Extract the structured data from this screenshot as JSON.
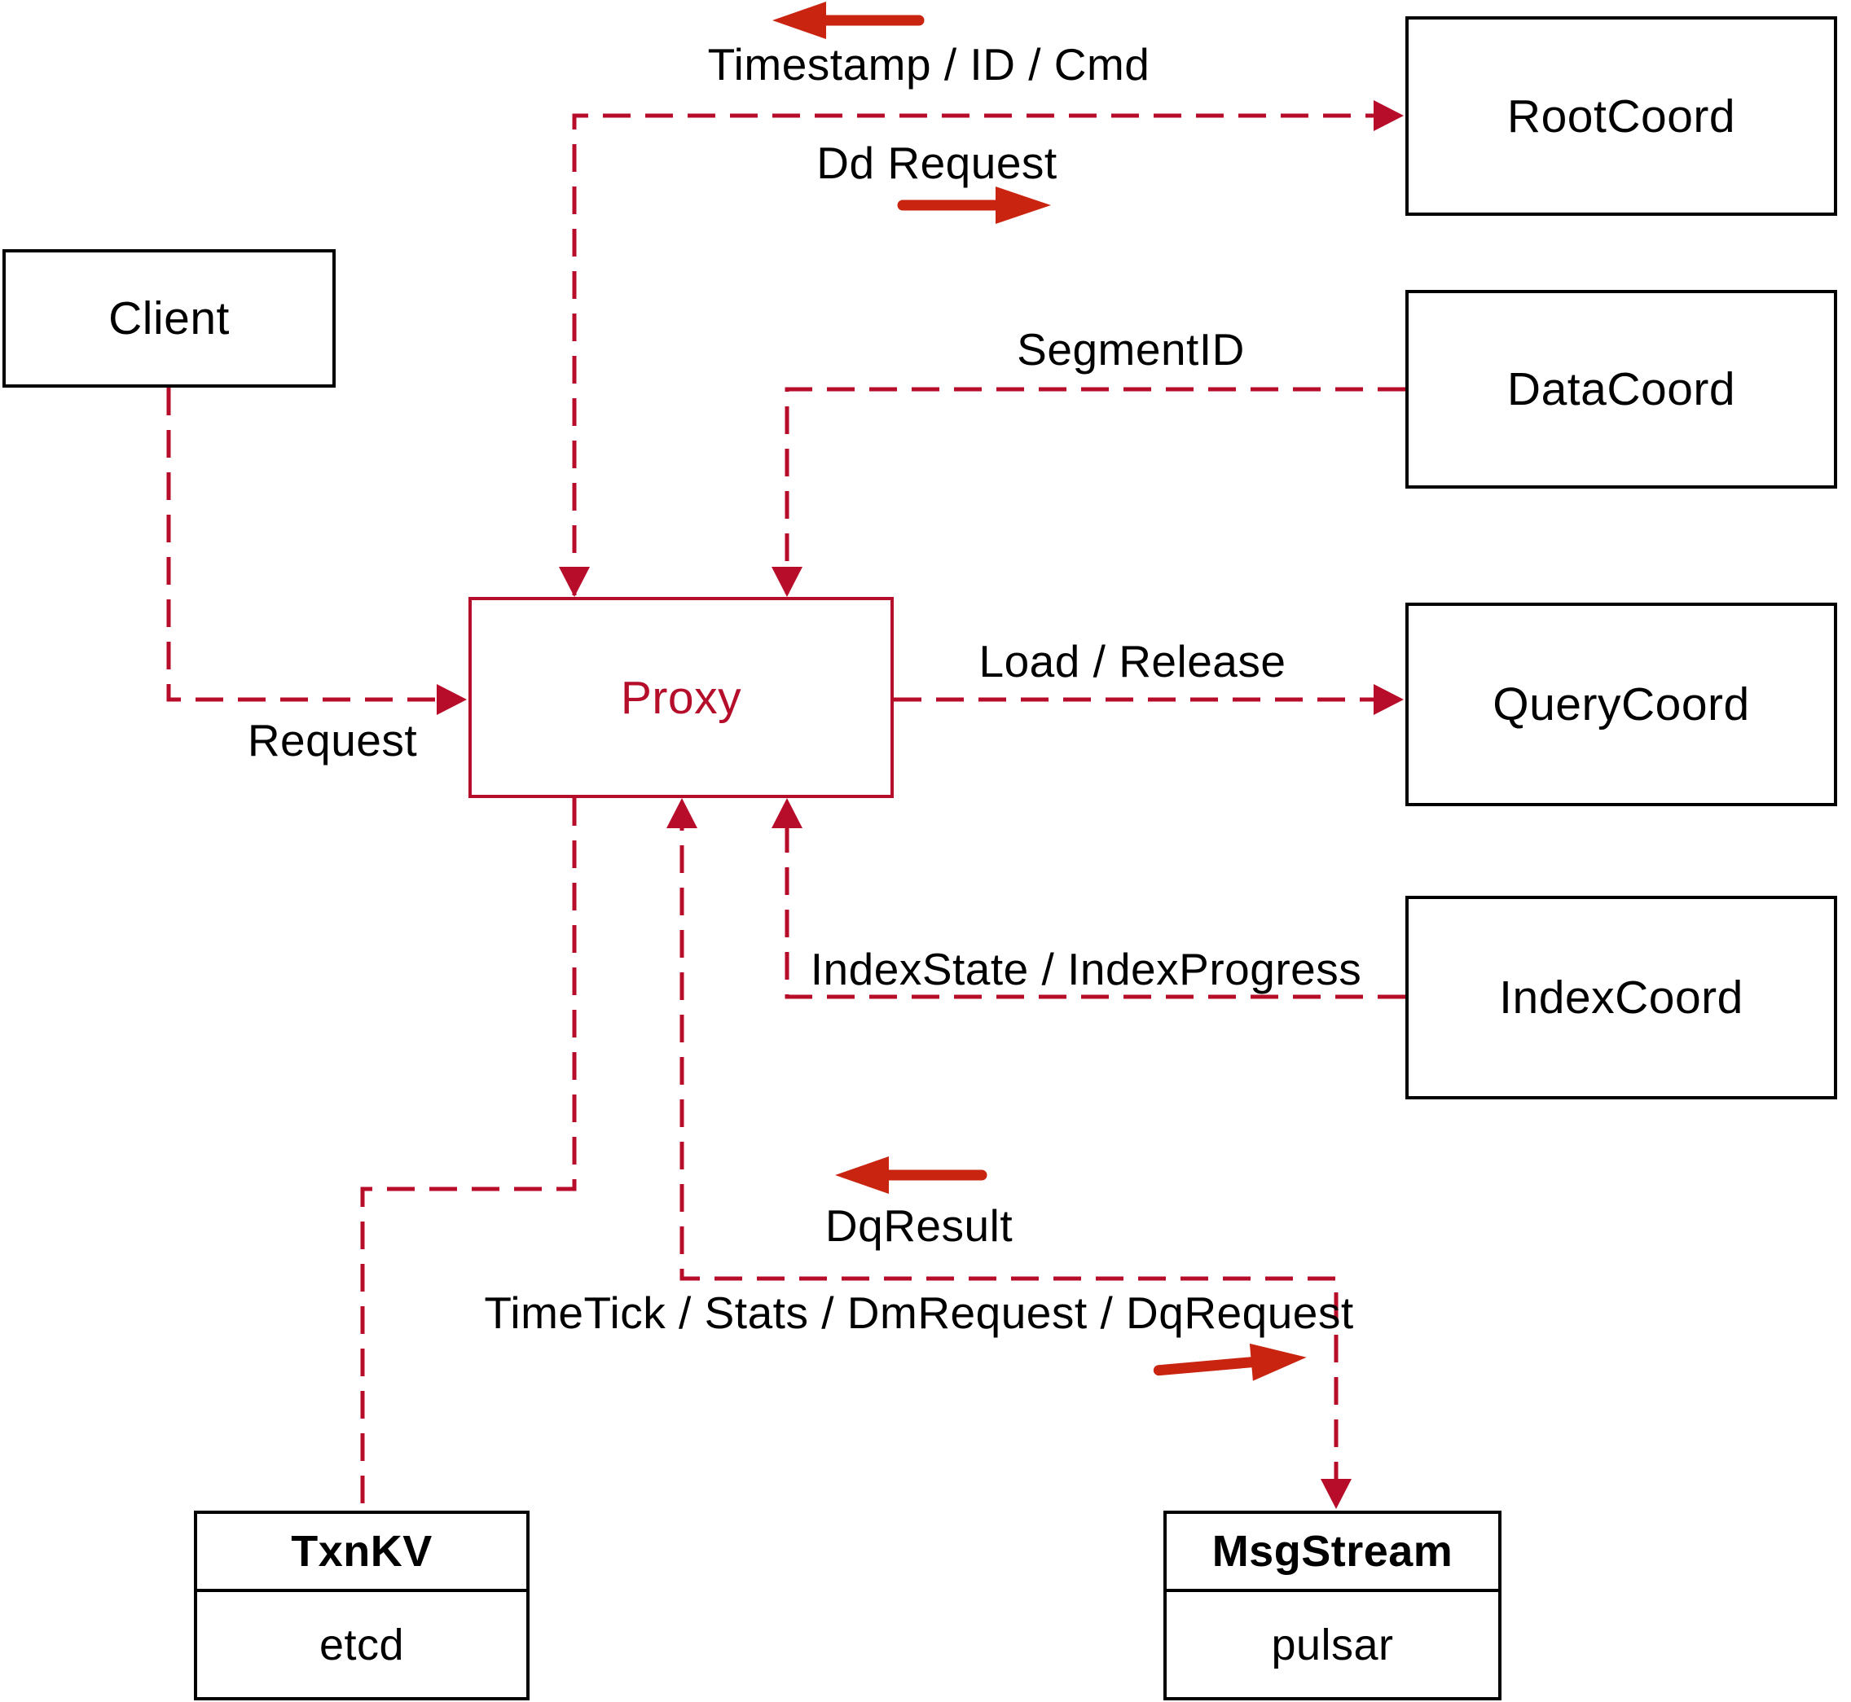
{
  "theme": {
    "background": "#ffffff",
    "line_red": "#b80d2a",
    "arrow_red": "#c92410",
    "ink": "#000000",
    "box_border": "#000000",
    "proxy_red": "#b50e2a"
  },
  "nodes": {
    "client": {
      "label": "Client"
    },
    "proxy": {
      "label": "Proxy"
    },
    "root_coord": {
      "label": "RootCoord"
    },
    "data_coord": {
      "label": "DataCoord"
    },
    "query_coord": {
      "label": "QueryCoord"
    },
    "index_coord": {
      "label": "IndexCoord"
    },
    "txn_kv": {
      "title": "TxnKV",
      "subtitle": "etcd"
    },
    "msg_stream": {
      "title": "MsgStream",
      "subtitle": "pulsar"
    }
  },
  "edge_labels": {
    "timestamp": "Timestamp / ID / Cmd",
    "dd_request": "Dd Request",
    "segment_id": "SegmentID",
    "load_release": "Load / Release",
    "index_state": "IndexState / IndexProgress",
    "request": "Request",
    "dq_result": "DqResult",
    "time_tick": "TimeTick / Stats / DmRequest / DqRequest"
  },
  "icons": {
    "flow_back": "thick-left-arrow",
    "flow_forward": "thick-right-arrow"
  }
}
